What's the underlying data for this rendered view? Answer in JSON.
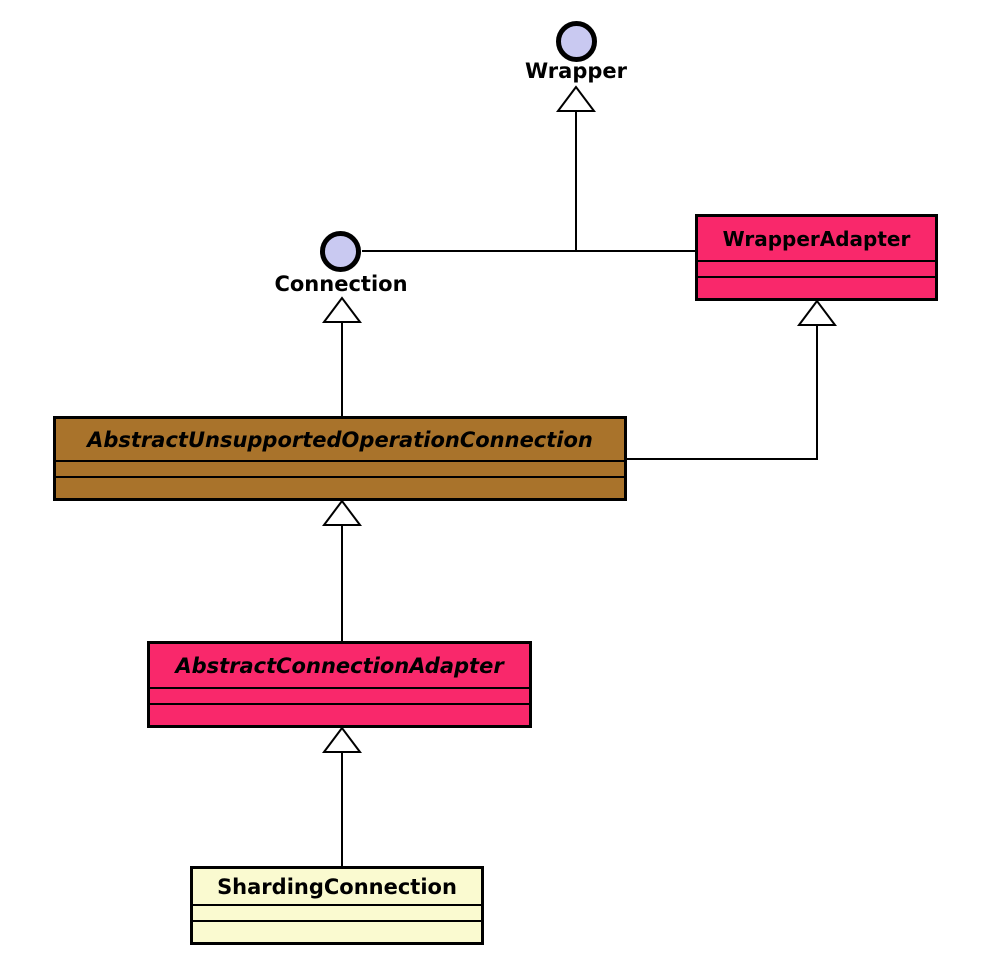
{
  "interfaces": [
    {
      "label": "Wrapper"
    },
    {
      "label": "Connection"
    }
  ],
  "classes": [
    {
      "name": "WrapperAdapter",
      "abstract": false,
      "fill": "#F9286B",
      "attributes_text": "",
      "methods_text": ""
    },
    {
      "name": "AbstractUnsupportedOperationConnection",
      "abstract": true,
      "fill": "#A9732B",
      "attributes_text": "",
      "methods_text": ""
    },
    {
      "name": "AbstractConnectionAdapter",
      "abstract": true,
      "fill": "#F9286B",
      "attributes_text": "",
      "methods_text": ""
    },
    {
      "name": "ShardingConnection",
      "abstract": false,
      "fill": "#FAFAD0",
      "attributes_text": "",
      "methods_text": ""
    }
  ],
  "colors": {
    "interface_fill": "#C9C9F1",
    "class_pink": "#F9286B",
    "class_brown": "#A9732B",
    "class_pale_yellow": "#FAFAD0",
    "line": "#000000",
    "background": "#FFFFFF"
  },
  "relationships": [
    {
      "from": "Connection",
      "to": "Wrapper",
      "type": "generalization"
    },
    {
      "from": "WrapperAdapter",
      "to": "Wrapper",
      "type": "generalization"
    },
    {
      "from": "AbstractUnsupportedOperationConnection",
      "to": "Connection",
      "type": "generalization"
    },
    {
      "from": "AbstractUnsupportedOperationConnection",
      "to": "WrapperAdapter",
      "type": "generalization"
    },
    {
      "from": "AbstractConnectionAdapter",
      "to": "AbstractUnsupportedOperationConnection",
      "type": "generalization"
    },
    {
      "from": "ShardingConnection",
      "to": "AbstractConnectionAdapter",
      "type": "generalization"
    }
  ]
}
